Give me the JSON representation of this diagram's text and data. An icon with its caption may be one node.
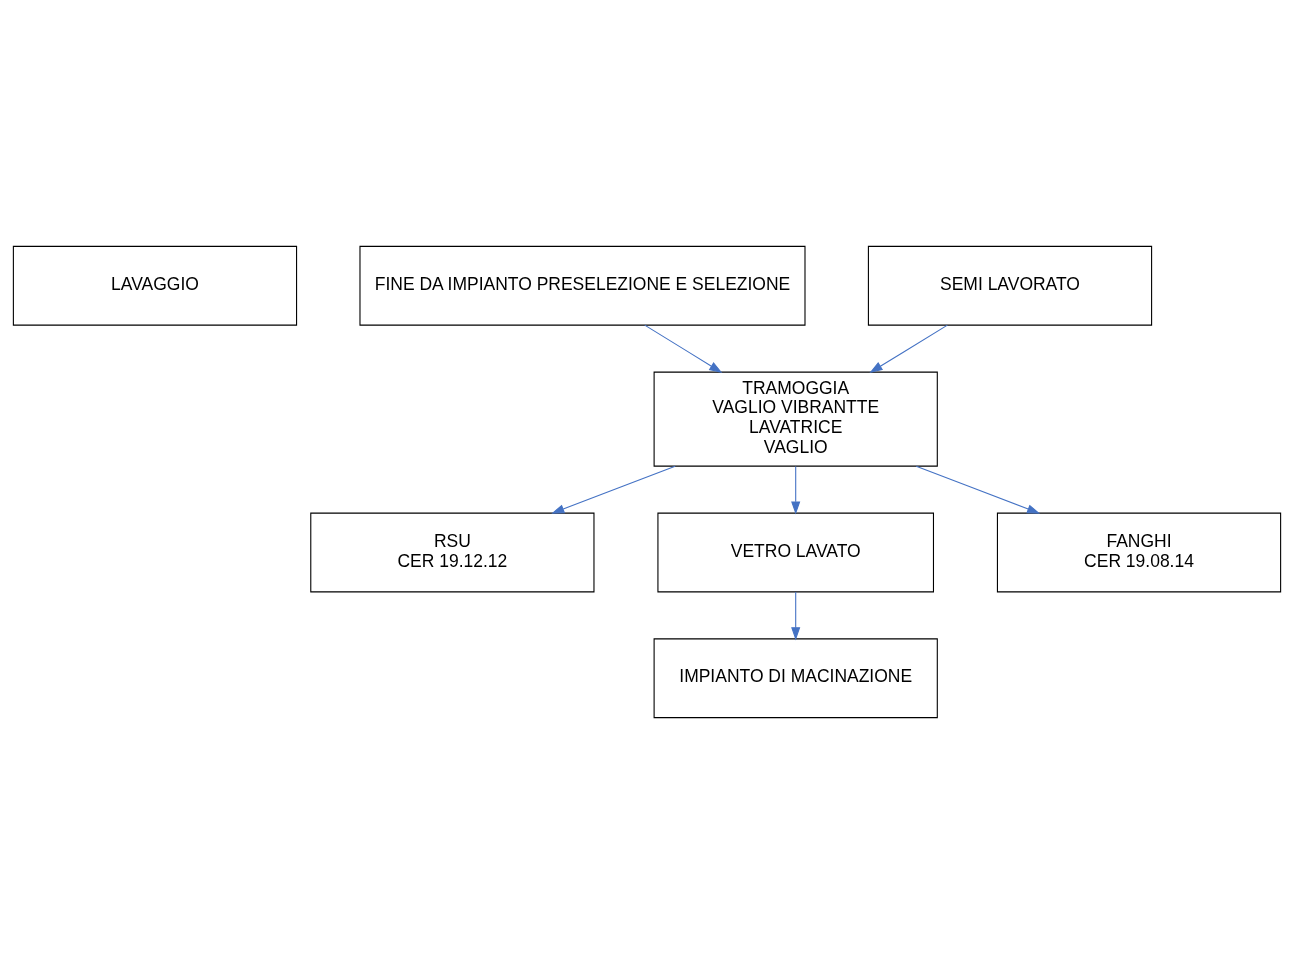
{
  "diagram": {
    "nodes": [
      {
        "text": [
          "LAVAGGIO"
        ]
      },
      {
        "text": [
          "FINE DA IMPIANTO PRESELEZIONE E SELEZIONE"
        ]
      },
      {
        "text": [
          "SEMI LAVORATO"
        ]
      },
      {
        "text": [
          "TRAMOGGIA",
          "VAGLIO VIBRANTTE",
          "LAVATRICE",
          "VAGLIO"
        ]
      },
      {
        "text": [
          "RSU",
          "CER 19.12.12"
        ]
      },
      {
        "text": [
          "VETRO LAVATO"
        ]
      },
      {
        "text": [
          "FANGHI",
          "CER 19.08.14"
        ]
      },
      {
        "text": [
          "IMPIANTO DI MACINAZIONE"
        ]
      }
    ],
    "edges": [
      {
        "from": 1,
        "to": 3,
        "arrow": "to"
      },
      {
        "from": 2,
        "to": 3,
        "arrow": "to"
      },
      {
        "from": 3,
        "to": 4,
        "arrow": "to"
      },
      {
        "from": 3,
        "to": 5,
        "arrow": "to"
      },
      {
        "from": 3,
        "to": 6,
        "arrow": "to"
      },
      {
        "from": 5,
        "to": 7,
        "arrow": "to"
      }
    ]
  }
}
